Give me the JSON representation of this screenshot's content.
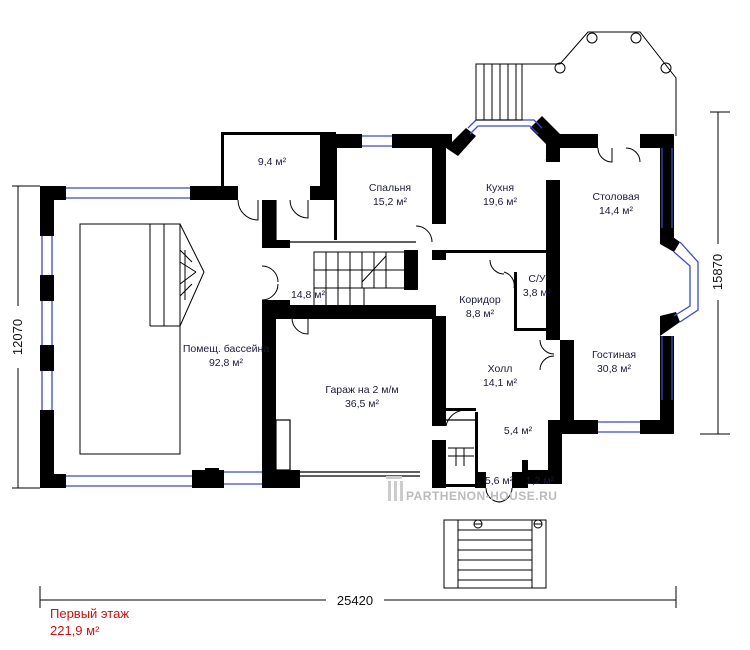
{
  "rooms": {
    "storage": {
      "area": "9,4 м²"
    },
    "bedroom": {
      "name": "Спальня",
      "area": "15,2 м²"
    },
    "kitchen": {
      "name": "Кухня",
      "area": "19,6 м²"
    },
    "dining": {
      "name": "Столовая",
      "area": "14,4 м²"
    },
    "hall_stair": {
      "area": "14,8 м²"
    },
    "wc": {
      "name": "С/У",
      "area": "3,8 м²"
    },
    "corridor": {
      "name": "Коридор",
      "area": "8,8 м²"
    },
    "pool": {
      "name": "Помещ. бассейна",
      "area": "92,8 м²"
    },
    "garage": {
      "name": "Гараж на 2 м/м",
      "area": "36,5 м²"
    },
    "lobby": {
      "name": "Холл",
      "area": "14,1 м²"
    },
    "living": {
      "name": "Гостиная",
      "area": "30,8 м²"
    },
    "vestibule": {
      "area": "5,4 м²"
    },
    "entry": {
      "area": "5,6 м²"
    },
    "closet": {
      "area": "1,2 м²"
    }
  },
  "dimensions": {
    "left": "12070",
    "right": "15870",
    "bottom": "25420"
  },
  "watermark": "PARTHENON-HOUSE.RU",
  "floor": {
    "title": "Первый этаж",
    "area": "221,9 м²"
  },
  "colors": {
    "wall": "#000000",
    "window": "#3a49c9",
    "caption": "#d01010"
  }
}
